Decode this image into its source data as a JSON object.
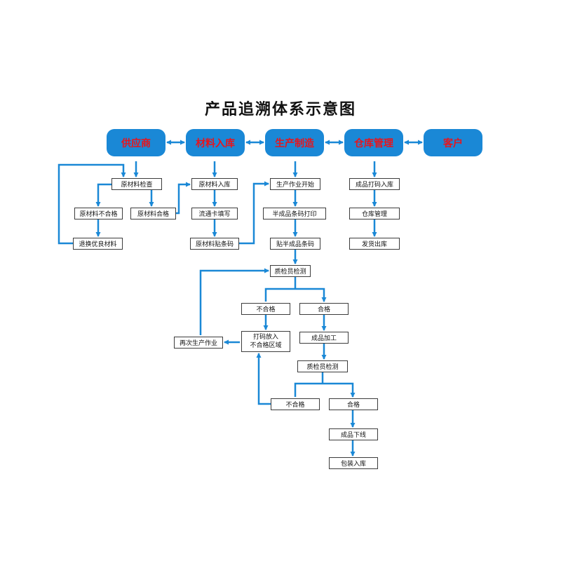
{
  "title": "产品追溯体系示意图",
  "stages": {
    "supplier": "供应商",
    "material_in": "材料入库",
    "production": "生产制造",
    "warehouse": "仓库管理",
    "customer": "客户"
  },
  "supplier_branch": {
    "inspection": "原材料检查",
    "rejected": "原材料不合格",
    "accepted": "原材料合格",
    "replace": "退换优良材料"
  },
  "material_branch": {
    "material_in": "原材料入库",
    "flow_card": "流通卡填写",
    "label": "原材料贴条码"
  },
  "production_branch": {
    "start": "生产作业开始",
    "print": "半成品条码打印",
    "label": "贴半成品条码",
    "qc1": "质检员检测",
    "fail1": "不合格",
    "pass1": "合格",
    "rework": "再次生产作业",
    "reject_line1": "打码放入",
    "reject_line2": "不合格区域",
    "processing": "成品加工",
    "qc2": "质检员检测",
    "fail2": "不合格",
    "pass2": "合格",
    "offline": "成品下线",
    "pack": "包装入库"
  },
  "warehouse_branch": {
    "print_in": "成品打码入库",
    "manage": "仓库管理",
    "ship": "发货出库"
  },
  "colors": {
    "pill_fill": "#1a88d6",
    "pill_text": "#e8141c",
    "connector": "#1a88d6"
  }
}
